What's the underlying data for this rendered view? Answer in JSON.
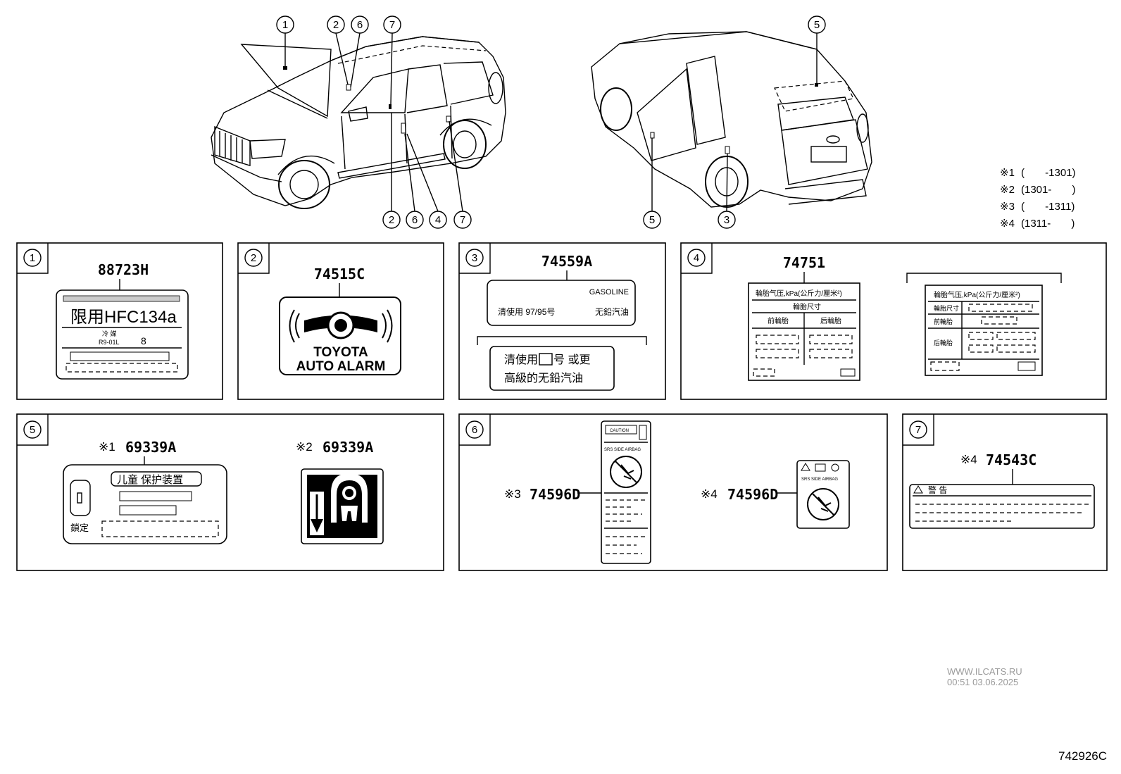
{
  "legend": [
    {
      "mark": "※1",
      "range": "(       -1301)"
    },
    {
      "mark": "※2",
      "range": "(1301-       )"
    },
    {
      "mark": "※3",
      "range": "(       -1311)"
    },
    {
      "mark": "※4",
      "range": "(1311-       )"
    }
  ],
  "callouts": {
    "front_top": [
      "1",
      "2",
      "6",
      "7"
    ],
    "front_bottom": [
      "2",
      "6",
      "4",
      "7"
    ],
    "rear_top": [
      "5"
    ],
    "rear_bottom": [
      "5",
      "3"
    ]
  },
  "panels": {
    "p1": {
      "num": "1",
      "part": "88723H",
      "big_text": "限用HFC134a",
      "small1": "冷 媒",
      "small2": "R9-01L"
    },
    "p2": {
      "num": "2",
      "part": "74515C",
      "line1": "TOYOTA",
      "line2": "AUTO ALARM"
    },
    "p3": {
      "num": "3",
      "part": "74559A",
      "gasoline": "GASOLINE",
      "line_left": "清使用 97/95号",
      "line_right": "无鉛汽油",
      "alt_line1_a": "清使用",
      "alt_line1_b": "号 或更",
      "alt_line2": "高級的无鉛汽油"
    },
    "p4": {
      "num": "4",
      "part": "74751",
      "a_title": "輪胎气压,kPa(公斤力/厘米²)",
      "a_row1": "輪胎尺寸",
      "a_col1": "前輪胎",
      "a_col2": "后輪胎",
      "b_title": "輪胎气压,kPa(公斤力/厘米²)",
      "b_row1": "輪胎尺寸",
      "b_row2": "前輪胎",
      "b_row3": "后輪胎"
    },
    "p5": {
      "num": "5",
      "mark1": "※1",
      "part1": "69339A",
      "mark2": "※2",
      "part2": "69339A",
      "title": "儿童 保护装置",
      "lock": "鎖定"
    },
    "p6": {
      "num": "6",
      "mark1": "※3",
      "part1": "74596D",
      "mark2": "※4",
      "part2": "74596D",
      "caution": "CAUTION",
      "srs": "SRS SIDE AIRBAG"
    },
    "p7": {
      "num": "7",
      "mark": "※4",
      "part": "74543C",
      "warn": "警 告"
    }
  },
  "watermark": {
    "line1": "WWW.ILCATS.RU",
    "line2": "00:51 03.06.2025"
  },
  "diagram_code": "742926C"
}
